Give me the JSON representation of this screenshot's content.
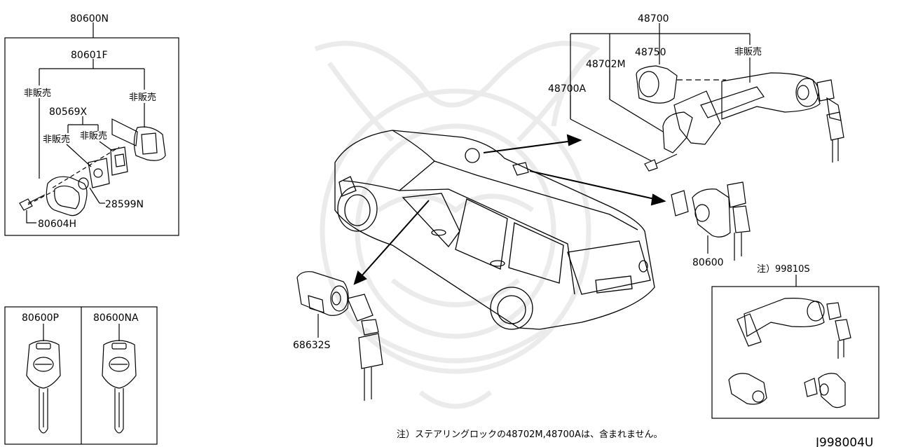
{
  "parts": {
    "p80600N": "80600N",
    "p80601F": "80601F",
    "p80569X": "80569X",
    "p28599N": "28599N",
    "p80604H": "80604H",
    "p48700": "48700",
    "p48750": "48750",
    "p48702M": "48702M",
    "p48700A": "48700A",
    "p80600": "80600",
    "p99810S": "注）99810S",
    "p68632S": "68632S",
    "p80600P": "80600P",
    "p80600NA": "80600NA"
  },
  "notes": {
    "not_sold": "非販売"
  },
  "footnote": "注）ステアリングロックの48702M,48700Aは、含まれません。",
  "diagram_id": "J998004U"
}
